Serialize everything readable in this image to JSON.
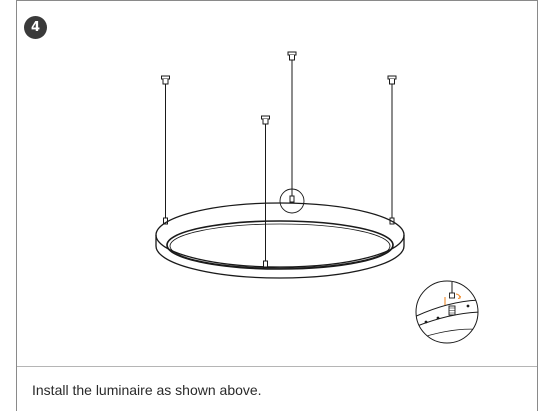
{
  "step": {
    "number": "4"
  },
  "caption": {
    "text": "Install the luminaire as shown above."
  },
  "colors": {
    "line": "#1a1a1a",
    "frame": "#8a8a8a",
    "badge": "#3a3a3a",
    "accent": "#f08a2a"
  },
  "illustration": {
    "subject": "ring-luminaire-with-four-suspension-cables",
    "cable_count": 4,
    "detail": "magnified-cable-attachment-view"
  }
}
